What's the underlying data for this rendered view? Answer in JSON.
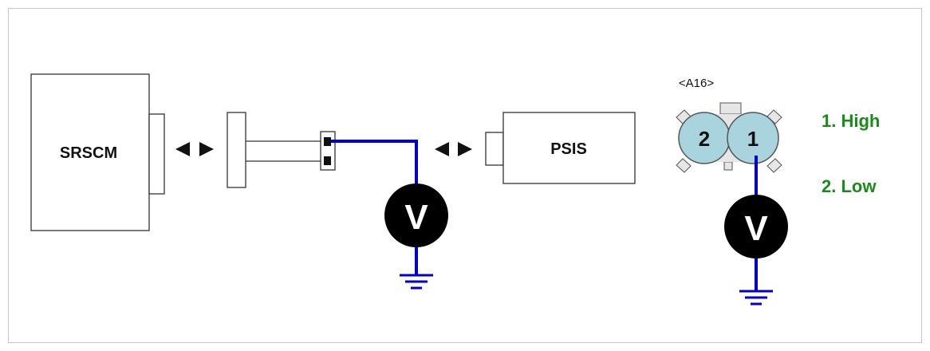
{
  "components": {
    "srscm": "SRSCM",
    "psis": "PSIS"
  },
  "connector": {
    "id": "<A16>",
    "pin_2": "2",
    "pin_1": "1"
  },
  "legend": {
    "pin1": "1. High",
    "pin2": "2. Low"
  },
  "meters": {
    "left": "V",
    "right": "V"
  },
  "colors": {
    "wire": "#0000cc",
    "legend_text": "#1a8a1a",
    "pin_fill": "#a9d4dd",
    "connector_fill": "#e6e6e6",
    "outline": "#333333"
  }
}
